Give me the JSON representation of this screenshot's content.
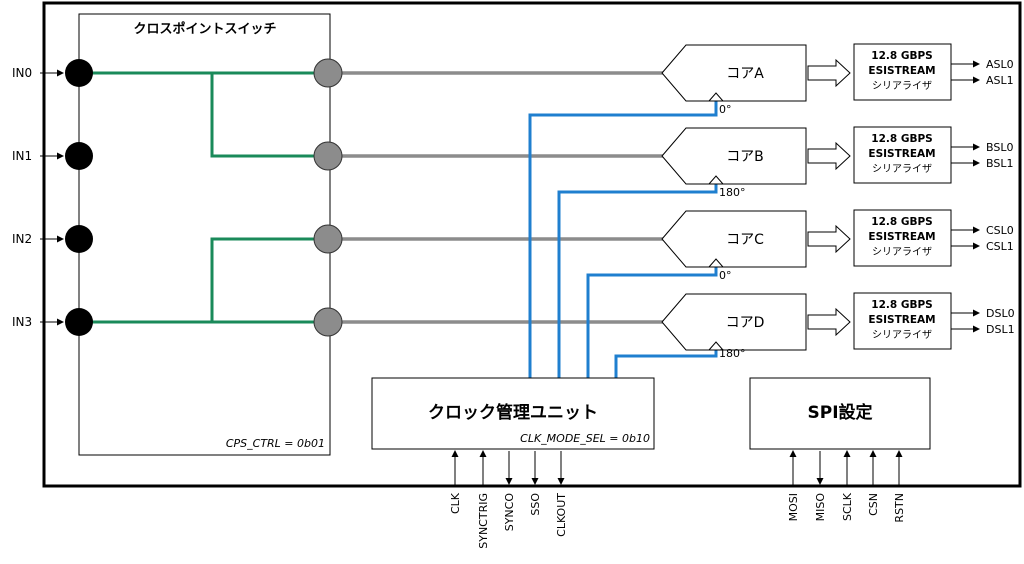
{
  "crosspoint": {
    "title": "クロスポイントスイッチ",
    "register": "CPS_CTRL = 0b01"
  },
  "inputs": [
    "IN0",
    "IN1",
    "IN2",
    "IN3"
  ],
  "cores": [
    {
      "label": "コアA",
      "phase": "0°"
    },
    {
      "label": "コアB",
      "phase": "180°"
    },
    {
      "label": "コアC",
      "phase": "0°"
    },
    {
      "label": "コアD",
      "phase": "180°"
    }
  ],
  "serializer": {
    "line1": "12.8 GBPS",
    "line2": "ESISTREAM",
    "line3": "シリアライザ"
  },
  "serial_outputs": [
    [
      "ASL0",
      "ASL1"
    ],
    [
      "BSL0",
      "BSL1"
    ],
    [
      "CSL0",
      "CSL1"
    ],
    [
      "DSL0",
      "DSL1"
    ]
  ],
  "clock_unit": {
    "title": "クロック管理ユニット",
    "register": "CLK_MODE_SEL = 0b10"
  },
  "clock_pins": [
    "CLK",
    "SYNCTRIG",
    "SYNCO",
    "SSO",
    "CLKOUT"
  ],
  "spi": {
    "title": "SPI設定"
  },
  "spi_pins": [
    "MOSI",
    "MISO",
    "SCLK",
    "CSN",
    "RSTN"
  ],
  "colors": {
    "route": "#1a8a5a",
    "clock": "#1f7fcf",
    "data": "#8c8c8c",
    "node": "#000000",
    "output_node": "#8c8c8c"
  }
}
